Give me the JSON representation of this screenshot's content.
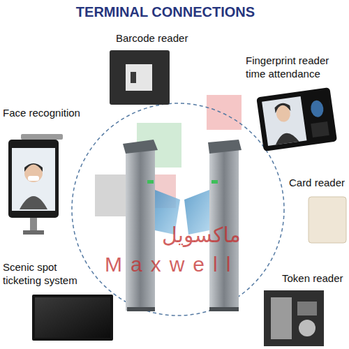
{
  "diagram": {
    "title": "TERMINAL CONNECTIONS",
    "labels": [
      "Barcode reader",
      "Fingerprint reader time attendance",
      "Face recognition",
      "Card reader",
      "Scenic spot ticketing system",
      "Token reader",
      "ماكسويل",
      "Maxwell"
    ]
  }
}
